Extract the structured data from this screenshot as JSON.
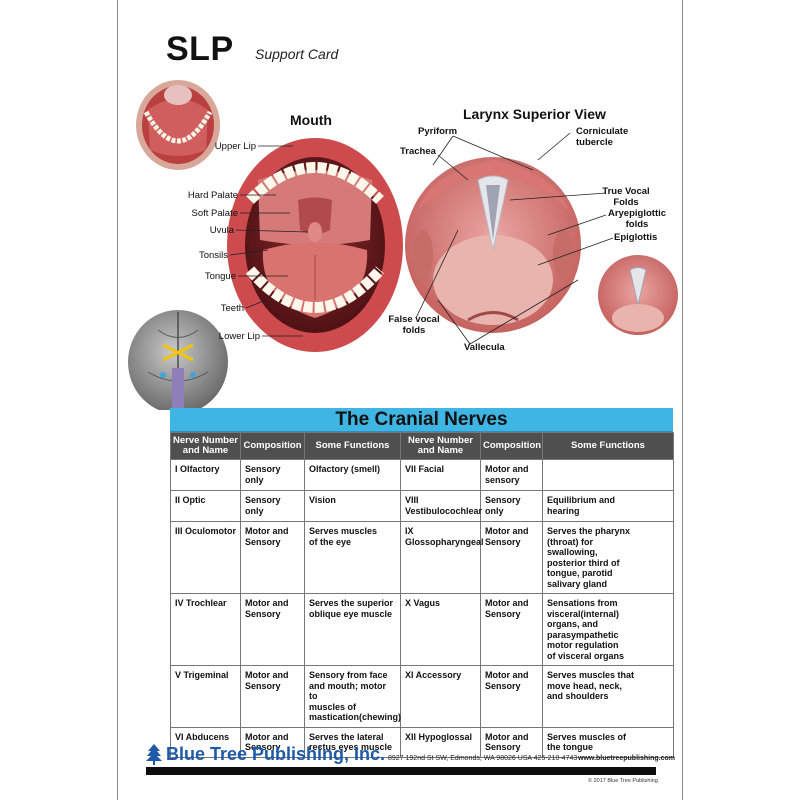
{
  "header": {
    "title": "SLP",
    "subtitle": "Support Card"
  },
  "mouth": {
    "title": "Mouth",
    "labels": [
      "Upper Lip",
      "Hard Palate",
      "Soft Palate",
      "Uvula",
      "Tonsils",
      "Tongue",
      "Teeth",
      "Lower Lip"
    ]
  },
  "larynx": {
    "title": "Larynx Superior View",
    "labels": {
      "pyriform": "Pyriform",
      "corniculate": "Corniculate\ntubercle",
      "trachea": "Trachea",
      "true_vocal": "True Vocal\nFolds",
      "aryepiglottic": "Aryepiglottic\nfolds",
      "epiglottis": "Epiglottis",
      "false_vocal": "False vocal\nfolds",
      "vallecula": "Vallecula"
    }
  },
  "table": {
    "title": "The Cranial Nerves",
    "headers": [
      "Nerve Number and Name",
      "Composition",
      "Some Functions",
      "Nerve Number and Name",
      "Composition",
      "Some Functions"
    ],
    "rows": [
      [
        "I   Olfactory",
        "Sensory only",
        "Olfactory (smell)",
        "VII   Facial",
        "Motor and\nsensory",
        ""
      ],
      [
        "II   Optic",
        "Sensory only",
        "Vision",
        "VIII\nVestibulocochlear",
        "Sensory only",
        "Equilibrium and\nhearing"
      ],
      [
        "III   Oculomotor",
        "Motor and\nSensory",
        "Serves muscles\nof the eye",
        "IX\nGlossopharyngeal",
        "Motor and\nSensory",
        "Serves the pharynx\n(throat) for\nswallowing,\nposterior third of\ntongue, parotid\nsalivary gland"
      ],
      [
        "IV   Trochlear",
        "Motor and\nSensory",
        "Serves the superior\noblique eye muscle",
        "X   Vagus",
        "Motor and\nSensory",
        "Sensations from\nvisceral(internal)\norgans, and\nparasympathetic\nmotor regulation\nof visceral organs"
      ],
      [
        "V   Trigeminal",
        "Motor and\nSensory",
        "Sensory from face\nand mouth; motor to\nmuscles of\nmastication(chewing)",
        "XI   Accessory",
        "Motor and\nSensory",
        "Serves muscles that\nmove head, neck,\nand shoulders"
      ],
      [
        "VI   Abducens",
        "Motor and\nSensory",
        "Serves the lateral\nrectus eyes muscle",
        "XII   Hypoglossal",
        "Motor and\nSensory",
        "Serves muscles of\nthe tongue"
      ]
    ]
  },
  "footer": {
    "publisher": "Blue Tree Publishing, Inc.",
    "address": "8927 192nd St SW, Edmonds, WA 98026 USA 425-210-4743",
    "url": "www.bluetreepublishing.com",
    "copyright": "© 2017 Blue Tree Publishing"
  },
  "colors": {
    "accent": "#3fb5e4",
    "header_dark": "#4f4f4f",
    "brand_blue": "#1f5aa8",
    "tissue": "#c9555a"
  }
}
